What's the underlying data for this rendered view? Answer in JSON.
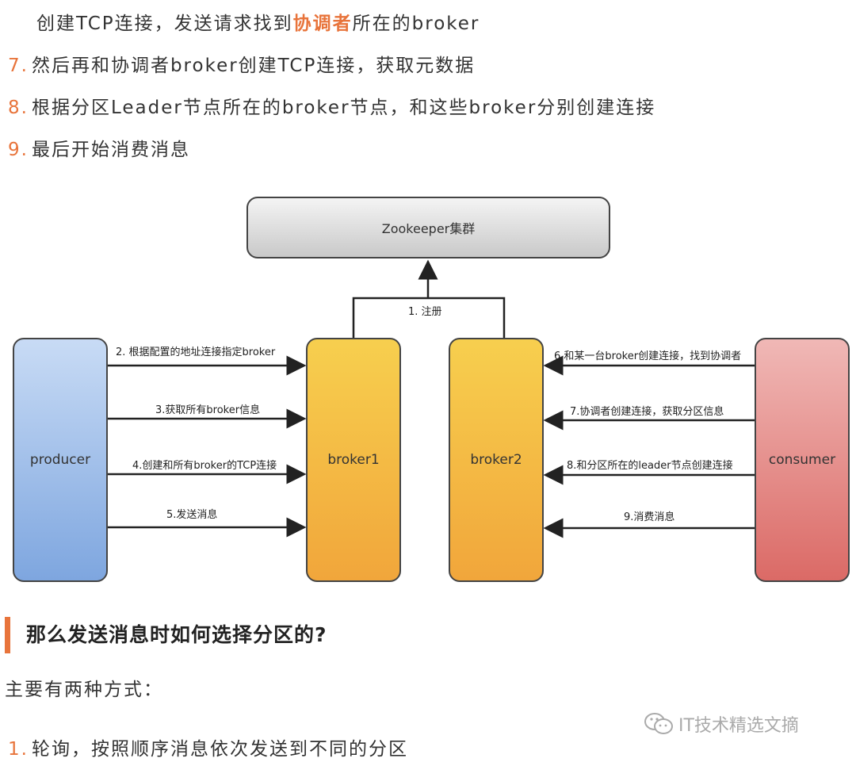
{
  "lines": [
    {
      "prefix": "",
      "text1": "创建TCP连接，发送请求找到",
      "highlight": "协调者",
      "text2": "所在的broker"
    },
    {
      "num": "7.",
      "text": "然后再和协调者broker创建TCP连接，获取元数据"
    },
    {
      "num": "8.",
      "text": "根据分区Leader节点所在的broker节点，和这些broker分别创建连接"
    },
    {
      "num": "9.",
      "text": "最后开始消费消息"
    }
  ],
  "diagram": {
    "zookeeper": "Zookeeper集群",
    "register": "1. 注册",
    "producer": "producer",
    "broker1": "broker1",
    "broker2": "broker2",
    "consumer": "consumer",
    "left_arrows": [
      "2. 根据配置的地址连接指定broker",
      "3.获取所有broker信息",
      "4.创建和所有broker的TCP连接",
      "5.发送消息"
    ],
    "right_arrows": [
      "6.和某一台broker创建连接，找到协调者",
      "7.协调者创建连接，获取分区信息",
      "8.和分区所在的leader节点创建连接",
      "9.消费消息"
    ]
  },
  "section": {
    "heading": "那么发送消息时如何选择分区的?",
    "intro": "主要有两种方式：",
    "item1_num": "1.",
    "item1_text": "轮询，按照顺序消息依次发送到不同的分区"
  },
  "watermark": {
    "icon": "wechat-icon",
    "text": "IT技术精选文摘"
  }
}
